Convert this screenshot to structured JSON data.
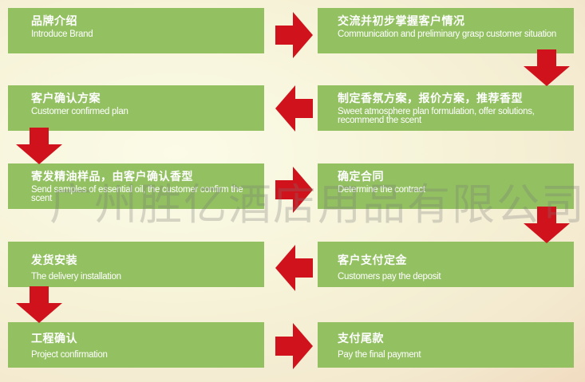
{
  "steps": [
    {
      "cn": "品牌介绍",
      "en": "Introduce Brand"
    },
    {
      "cn": "交流并初步掌握客户情况",
      "en": "Communication and preliminary grasp customer situation"
    },
    {
      "cn": "制定香氛方案，报价方案，推荐香型",
      "en": "Sweet atmosphere plan formulation, offer solutions, recommend the scent"
    },
    {
      "cn": "客户确认方案",
      "en": "Customer confirmed plan"
    },
    {
      "cn": "寄发精油样品，由客户确认香型",
      "en": "Send samples of essential oil, the customer confirm the scent"
    },
    {
      "cn": "确定合同",
      "en": "Determine the contract"
    },
    {
      "cn": "客户支付定金",
      "en": "Customers pay the deposit"
    },
    {
      "cn": "发货安装",
      "en": "The delivery installation"
    },
    {
      "cn": "工程确认",
      "en": "Project confirmation"
    },
    {
      "cn": "支付尾款",
      "en": "Pay the final payment"
    }
  ],
  "watermark": "广州胜亿酒店用品有限公司",
  "colors": {
    "box": "#93c162",
    "arrow": "#d0121c",
    "text": "#ffffff"
  }
}
